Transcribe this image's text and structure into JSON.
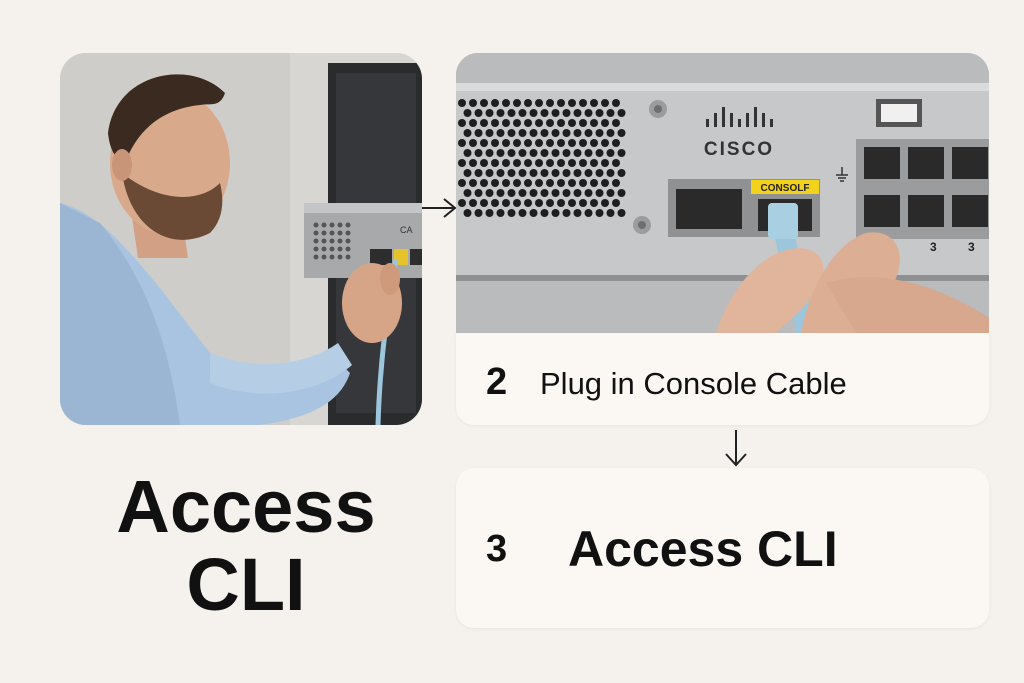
{
  "photo1": {
    "device_label": "CA"
  },
  "photo2": {
    "brand": "CISCO",
    "console_label": "CONSOLF",
    "port_numbers": [
      "3",
      "3"
    ]
  },
  "steps": [
    {
      "number": "2",
      "label": "Plug in Console Cable"
    },
    {
      "number": "3",
      "label": "Access CLI"
    }
  ],
  "title_lines": [
    "Access",
    "CLI"
  ],
  "colors": {
    "background": "#f5f1ec",
    "box": "#fbf8f4",
    "console_yellow": "#f2d21b",
    "cable_blue": "#9cc6dc",
    "shirt_blue": "#a9c4e0"
  }
}
